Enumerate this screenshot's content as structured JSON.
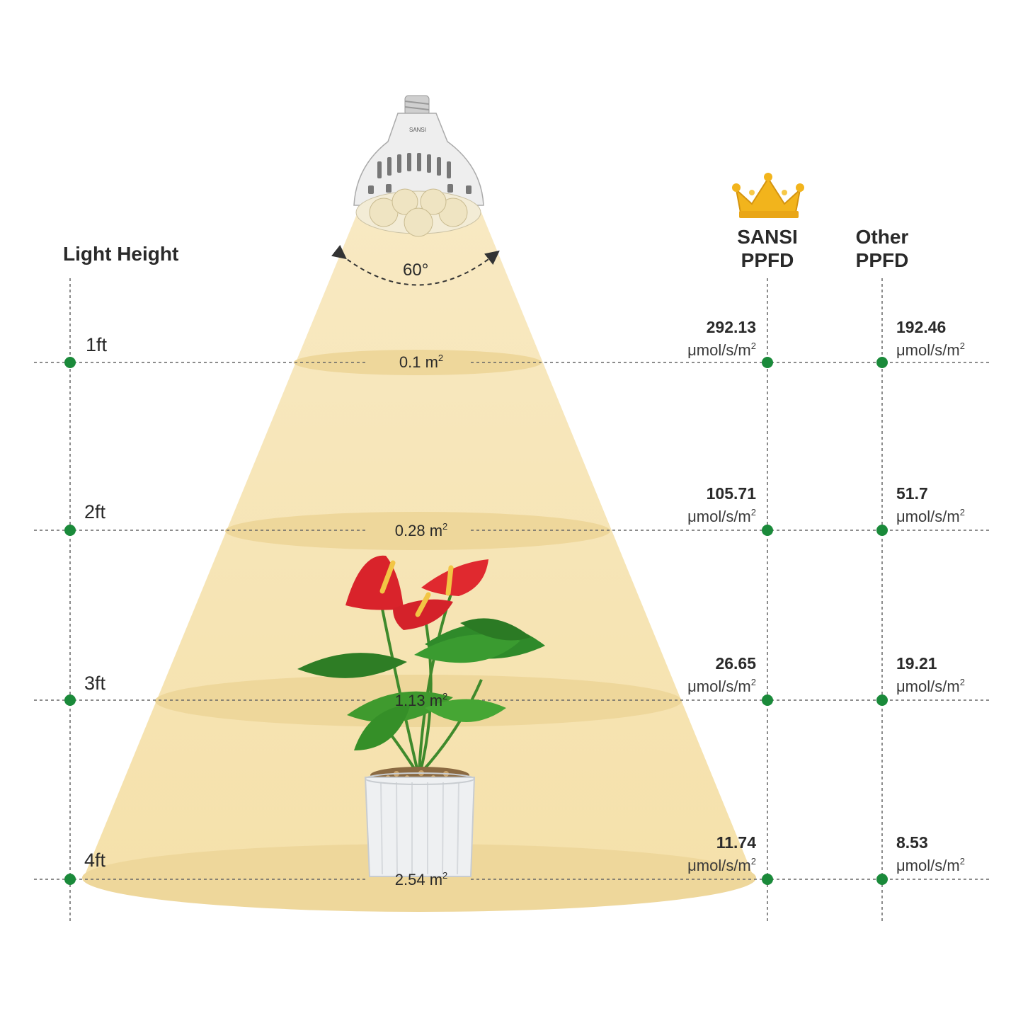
{
  "header": {
    "light_height": "Light Height",
    "sansi_line1": "SANSI",
    "sansi_line2": "PPFD",
    "other_line1": "Other",
    "other_line2": "PPFD"
  },
  "beam_angle": "60°",
  "bulb_brand": "SANSI",
  "unit": "μmol/s/m",
  "area_unit": "m",
  "levels": [
    {
      "height": "1ft",
      "area": "0.1",
      "sansi": "292.13",
      "other": "192.46"
    },
    {
      "height": "2ft",
      "area": "0.28",
      "sansi": "105.71",
      "other": "51.7"
    },
    {
      "height": "3ft",
      "area": "1.13",
      "sansi": "26.65",
      "other": "19.21"
    },
    {
      "height": "4ft",
      "area": "2.54",
      "sansi": "11.74",
      "other": "8.53"
    }
  ],
  "colors": {
    "beam": "#f6e3b0",
    "ellipse": "#edd594",
    "dot": "#1a8a3a",
    "dashed_line": "#666666",
    "crown": "#f2b41c"
  },
  "icons": [
    "grow-light-bulb",
    "crown-icon",
    "potted-anthurium-plant"
  ]
}
